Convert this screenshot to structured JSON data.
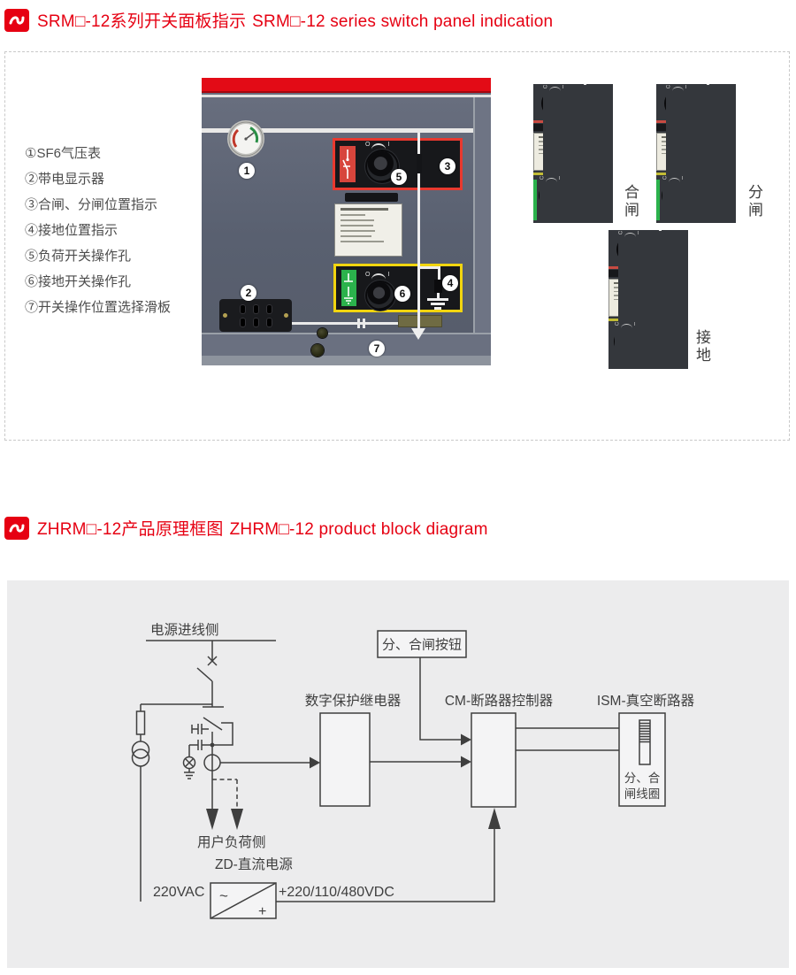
{
  "colors": {
    "accent_red": "#e60012",
    "panel_red_stripe": "#e30b16",
    "frame_red": "#e8392f",
    "frame_yellow": "#f2d50f",
    "indicator_green": "#2bb24c",
    "diagram_ink": "#3f3f3f",
    "diagram_bg": "#ececed",
    "photo_dark": "#34373c"
  },
  "section1": {
    "title_zh": "SRM□-12系列开关面板指示",
    "title_en": "SRM□-12 series switch panel indication",
    "legend": [
      "①SF6气压表",
      "②带电显示器",
      "③合闸、分闸位置指示",
      "④接地位置指示",
      "⑤负荷开关操作孔",
      "⑥接地开关操作孔",
      "⑦开关操作位置选择滑板"
    ],
    "callouts": [
      "1",
      "2",
      "3",
      "4",
      "5",
      "6",
      "7"
    ],
    "knob": {
      "off": "O",
      "on": "I"
    },
    "states": [
      {
        "label": "合闸"
      },
      {
        "label": "分闸"
      },
      {
        "label": "接地"
      }
    ]
  },
  "section2": {
    "title_zh": "ZHRM□-12产品原理框图",
    "title_en": "ZHRM□-12 product block diagram",
    "diagram": {
      "incoming": "电源进线侧",
      "button_box": "分、合闸按钮",
      "relay": "数字保护继电器",
      "controller": "CM-断路器控制器",
      "breaker": "ISM-真空断路器",
      "coil_line1": "分、合",
      "coil_line2": "闸线圈",
      "load_side": "用户负荷侧",
      "dc_supply": "ZD-直流电源",
      "ac_input": "220VAC",
      "dc_output": "+220/110/480VDC",
      "ac_symbol": "~",
      "plus_symbol": "+"
    }
  }
}
